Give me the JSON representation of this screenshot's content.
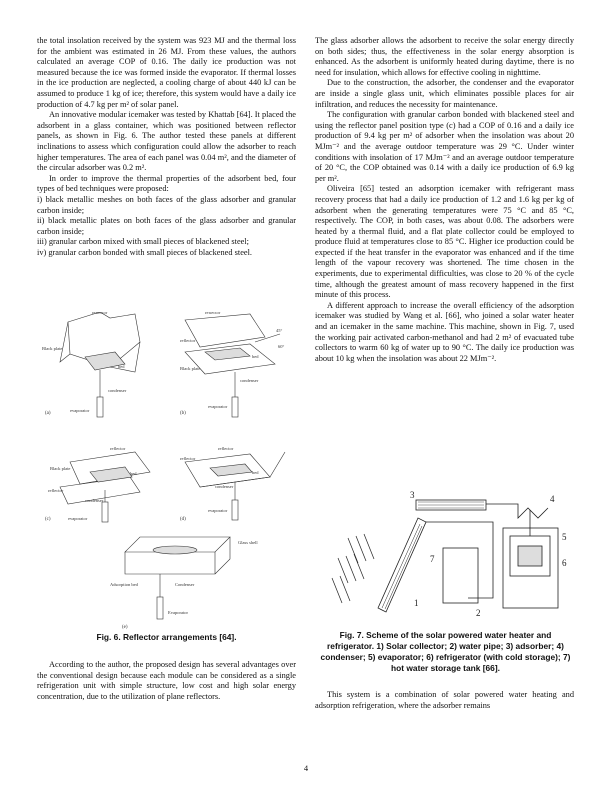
{
  "left": {
    "p1": "the total insolation received by the system was 923 MJ and the thermal loss for the ambient was estimated in 26 MJ. From these values, the authors calculated an average COP of 0.16. The daily ice production was not measured because the ice was formed inside the evaporator. If thermal losses in the ice production are neglected, a cooling charge of about 440 kJ can be assumed to produce 1 kg of ice; therefore, this system would have a daily ice production of 4.7 kg per m² of solar panel.",
    "p2": "An innovative modular icemaker was tested by Khattab [64]. It placed the adsorbent in a glass container, which was positioned between reflector panels, as shown in Fig. 6. The author tested these panels at different inclinations to assess which configuration could allow the adsorber to reach higher temperatures. The area of each panel was 0.04 m², and the diameter of the circular adsorber was 0.2 m².",
    "p3": "In order to improve the thermal properties of the adsorbent bed, four types of bed techniques were proposed:",
    "l1": "i) black metallic meshes on both faces of the glass adsorber and granular carbon inside;",
    "l2": "ii) black metallic plates on both faces of the glass adsorber and granular carbon inside;",
    "l3": "iii) granular carbon mixed with small pieces of blackened steel;",
    "l4": "iv) granular carbon bonded with small pieces of blackened steel."
  },
  "right": {
    "p1": "The glass adsorber allows the adsorbent to receive the solar energy directly on both sides; thus, the effectiveness in the solar energy absorption is enhanced. As the adsorbent is uniformly heated during daytime, there is no need for insulation, which allows for effective cooling in nighttime.",
    "p2": "Due to the construction, the adsorber, the condenser and the evaporator are inside a single glass unit, which eliminates possible places for air infiltration, and reduces the necessity for maintenance.",
    "p3": "The configuration with granular carbon bonded with blackened steel and using the reflector panel position type (c) had a COP of 0.16 and a daily ice production of 9.4 kg per m² of adsorber when the insolation was about 20 MJm⁻² and the average outdoor temperature was 29 °C. Under winter conditions with insolation of 17 MJm⁻² and an average outdoor temperature of 20 °C, the COP obtained was 0.14 with a daily ice production of 6.9 kg per m².",
    "p4": "Oliveira [65] tested an adsorption icemaker with refrigerant mass recovery process that had a daily ice production of 1.2 and 1.6 kg per kg of adsorbent when the generating temperatures were 75 °C and 85 °C, respectively. The COP, in both cases, was about 0.08. The adsorbers were heated by a thermal fluid, and a flat plate collector could be employed to produce fluid at temperatures close to 85 °C. Higher ice production could be expected if the heat transfer in the evaporator was enhanced and if the time length of the vapour recovery was shortened. The time chosen in the experiments, due to experimental difficulties, was close to 20 % of the cycle time, although the greatest amount of mass recovery happened in the first minute of this process.",
    "p5": "A different approach to increase the overall efficiency of the adsorption icemaker was studied by Wang et al. [66], who joined a solar water heater and an icemaker in the same machine. This machine, shown in Fig. 7, used the working pair activated carbon-methanol and had 2 m² of evacuated tube collectors to warm 60 kg of water up to 90 °C. The daily ice production was about 10 kg when the insolation was about 22 MJm⁻²."
  },
  "fig6": {
    "caption": "Fig. 6. Reflector arrangements [64].",
    "labels": {
      "reflector": "reflector",
      "black_plate": "Black plate",
      "bed": "bed",
      "condenser": "condenser",
      "evaporator": "evaporator",
      "a": "(a)",
      "b": "(b)",
      "c": "(c)",
      "d": "(d)",
      "e": "(e)",
      "glass_shell": "Glass shell",
      "adsorption_bed": "Adsorption bed",
      "condenser_cap": "Condenser",
      "evaporator_cap": "Evaporator",
      "angle1": "45°",
      "angle2": "60°"
    }
  },
  "fig7": {
    "caption": "Fig. 7. Scheme of the solar powered water heater and refrigerator. 1) Solar collector; 2) water pipe; 3) adsorber; 4) condenser; 5) evaporator; 6) refrigerator (with cold storage); 7) hot water storage tank [66].",
    "n1": "1",
    "n2": "2",
    "n3": "3",
    "n4": "4",
    "n5": "5",
    "n6": "6",
    "n7": "7"
  },
  "bottom": {
    "left": "According to the author, the proposed design has several advantages over the conventional design because each module can be considered as a single refrigeration unit with simple structure, low cost and high solar energy concentration, due to the utilization of plane reflectors.",
    "right": "This system is a combination of solar powered water heating and adsorption refrigeration, where the adsorber remains"
  },
  "page_number": "4"
}
